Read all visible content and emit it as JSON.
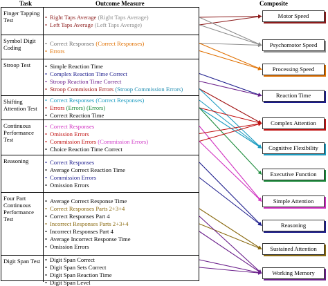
{
  "headers": {
    "task": "Task",
    "measure": "Outcome Measure",
    "composite": "Composite"
  },
  "bullet_symbol": "•",
  "tasks": [
    {
      "name": "Finger Tapping Test",
      "measures": [
        {
          "label": "Right Taps Average",
          "color": "#8b1a1a",
          "paren": "(Right Taps Average)",
          "paren_color": "#8c8c8c"
        },
        {
          "label": "Left Taps Average",
          "color": "#8b1a1a",
          "paren": "(Left Taps Average)",
          "paren_color": "#8c8c8c"
        }
      ]
    },
    {
      "name": "Symbol Digit Coding",
      "measures": [
        {
          "label": "Correct Responses",
          "color": "#707070",
          "paren": "(Correct Responses)",
          "paren_color": "#e07000"
        },
        {
          "label": "Errors",
          "color": "#e07000",
          "paren": "",
          "paren_color": "#e07000"
        }
      ]
    },
    {
      "name": "Stroop Test",
      "measures": [
        {
          "label": "Simple Reaction Time",
          "color": "#000000",
          "paren": "",
          "paren_color": "#000000"
        },
        {
          "label": "Complex Reaction Time Correct",
          "color": "#1c1c8c",
          "paren": "",
          "paren_color": "#1c1c8c"
        },
        {
          "label": "Stroop Reaction Time Correct",
          "color": "#6a1e8a",
          "paren": "",
          "paren_color": "#6a1e8a"
        },
        {
          "label": "Stroop Commission Errors",
          "color": "#a01010",
          "paren": "(Stroop Commission Errors)",
          "paren_color": "#1a8ab0"
        }
      ]
    },
    {
      "name": "Shifting Attention Test",
      "measures": [
        {
          "label": "Correct Responses",
          "color": "#1a9bc0",
          "paren": "(Correct Responses)",
          "paren_color": "#1a9bc0"
        },
        {
          "label": "Errors",
          "color": "#c01010",
          "paren": "(Errors) (Errors)",
          "paren_color": "#1a8a3a"
        },
        {
          "label": "Correct Reaction Time",
          "color": "#000000",
          "paren": "",
          "paren_color": "#000000"
        }
      ]
    },
    {
      "name": "Continuous Performance Test",
      "measures": [
        {
          "label": "Correct Responses",
          "color": "#d030c0",
          "paren": "",
          "paren_color": "#d030c0"
        },
        {
          "label": "Omission Errors",
          "color": "#c01010",
          "paren": "",
          "paren_color": "#c01010"
        },
        {
          "label": "Commission Errors",
          "color": "#c01010",
          "paren": "(Commission Errors)",
          "paren_color": "#d040c8"
        },
        {
          "label": "Choice Reaction Time Correct",
          "color": "#000000",
          "paren": "",
          "paren_color": "#000000"
        }
      ]
    },
    {
      "name": "Reasoning",
      "measures": [
        {
          "label": "Correct Responses",
          "color": "#1c1c8c",
          "paren": "",
          "paren_color": "#1c1c8c"
        },
        {
          "label": "Average Correct Reaction Time",
          "color": "#000000",
          "paren": "",
          "paren_color": "#000000"
        },
        {
          "label": "Commission Errors",
          "color": "#1c1c8c",
          "paren": "",
          "paren_color": "#1c1c8c"
        },
        {
          "label": "Omission Errors",
          "color": "#000000",
          "paren": "",
          "paren_color": "#000000"
        }
      ]
    },
    {
      "name": "Four Part Continuous Performance Test",
      "measures": [
        {
          "label": "Average Correct Response Time",
          "color": "#000000",
          "paren": "",
          "paren_color": "#000000"
        },
        {
          "label": "Correct Responses Parts 2+3+4",
          "color": "#8a6a10",
          "paren": "",
          "paren_color": "#8a6a10"
        },
        {
          "label": "Correct Responses Part 4",
          "color": "#000000",
          "paren": "",
          "paren_color": "#000000"
        },
        {
          "label": "Incorrect Responses Parts 2+3+4",
          "color": "#8a6a10",
          "paren": "",
          "paren_color": "#8a6a10"
        },
        {
          "label": "Incorrect Responses Part 4",
          "color": "#000000",
          "paren": "",
          "paren_color": "#000000"
        },
        {
          "label": "Average Incorrect Response Time",
          "color": "#000000",
          "paren": "",
          "paren_color": "#000000"
        },
        {
          "label": "Omission Errors",
          "color": "#000000",
          "paren": "",
          "paren_color": "#000000"
        }
      ]
    },
    {
      "name": "Digit Span Test",
      "measures": [
        {
          "label": "Digit Span Correct",
          "color": "#000000",
          "paren": "",
          "paren_color": "#000000"
        },
        {
          "label": "Digit Span Sets Correct",
          "color": "#000000",
          "paren": "",
          "paren_color": "#000000"
        },
        {
          "label": "Digit Span Reaction Time",
          "color": "#000000",
          "paren": "",
          "paren_color": "#000000"
        },
        {
          "label": "Digit Span Level",
          "color": "#000000",
          "paren": "",
          "paren_color": "#000000"
        }
      ]
    }
  ],
  "composites": [
    {
      "label": "Motor Speed",
      "color": "#8b1a1a"
    },
    {
      "label": "Psychomotor Speed",
      "color": "#8c8c8c"
    },
    {
      "label": "Processing Speed",
      "color": "#e07000"
    },
    {
      "label": "Reaction Time",
      "color": "#1c1c8c"
    },
    {
      "label": "Complex Attention",
      "color": "#c01010"
    },
    {
      "label": "Cognitive Flexibility",
      "color": "#1a9bc0"
    },
    {
      "label": "Executive Function",
      "color": "#1a8a3a"
    },
    {
      "label": "Simple Attention",
      "color": "#d030c0"
    },
    {
      "label": "Reasoning",
      "color": "#1c1c8c"
    },
    {
      "label": "Sustained Attention",
      "color": "#8a6a10"
    },
    {
      "label": "Working Memory",
      "color": "#6a1e8a"
    }
  ],
  "links": [
    {
      "from": [
        0,
        0
      ],
      "to": 0,
      "color": "#8b1a1a"
    },
    {
      "from": [
        0,
        1
      ],
      "to": 0,
      "color": "#8b1a1a"
    },
    {
      "from": [
        0,
        0
      ],
      "to": 1,
      "color": "#8c8c8c"
    },
    {
      "from": [
        0,
        1
      ],
      "to": 1,
      "color": "#8c8c8c"
    },
    {
      "from": [
        1,
        0
      ],
      "to": 1,
      "color": "#8c8c8c"
    },
    {
      "from": [
        1,
        0
      ],
      "to": 2,
      "color": "#e07000"
    },
    {
      "from": [
        1,
        1
      ],
      "to": 2,
      "color": "#e07000"
    },
    {
      "from": [
        2,
        1
      ],
      "to": 3,
      "color": "#1c1c8c"
    },
    {
      "from": [
        2,
        2
      ],
      "to": 3,
      "color": "#6a1e8a"
    },
    {
      "from": [
        2,
        3
      ],
      "to": 4,
      "color": "#a01010"
    },
    {
      "from": [
        2,
        3
      ],
      "to": 5,
      "color": "#1a9bc0"
    },
    {
      "from": [
        3,
        0
      ],
      "to": 5,
      "color": "#1a9bc0"
    },
    {
      "from": [
        3,
        1
      ],
      "to": 4,
      "color": "#c01010"
    },
    {
      "from": [
        3,
        1
      ],
      "to": 5,
      "color": "#1a9bc0"
    },
    {
      "from": [
        3,
        1
      ],
      "to": 6,
      "color": "#1a8a3a"
    },
    {
      "from": [
        4,
        0
      ],
      "to": 7,
      "color": "#d030c0"
    },
    {
      "from": [
        4,
        1
      ],
      "to": 4,
      "color": "#c01010"
    },
    {
      "from": [
        4,
        2
      ],
      "to": 4,
      "color": "#c01010"
    },
    {
      "from": [
        4,
        2
      ],
      "to": 7,
      "color": "#d030c0"
    },
    {
      "from": [
        5,
        0
      ],
      "to": 8,
      "color": "#1c1c8c"
    },
    {
      "from": [
        5,
        2
      ],
      "to": 8,
      "color": "#1c1c8c"
    },
    {
      "from": [
        6,
        1
      ],
      "to": 9,
      "color": "#8a6a10"
    },
    {
      "from": [
        6,
        3
      ],
      "to": 9,
      "color": "#8a6a10"
    },
    {
      "from": [
        6,
        2
      ],
      "to": 10,
      "color": "#6a1e8a"
    },
    {
      "from": [
        6,
        4
      ],
      "to": 10,
      "color": "#6a1e8a"
    },
    {
      "from": [
        7,
        0
      ],
      "to": 10,
      "color": "#6a1e8a"
    },
    {
      "from": [
        7,
        1
      ],
      "to": 10,
      "color": "#6a1e8a"
    }
  ]
}
